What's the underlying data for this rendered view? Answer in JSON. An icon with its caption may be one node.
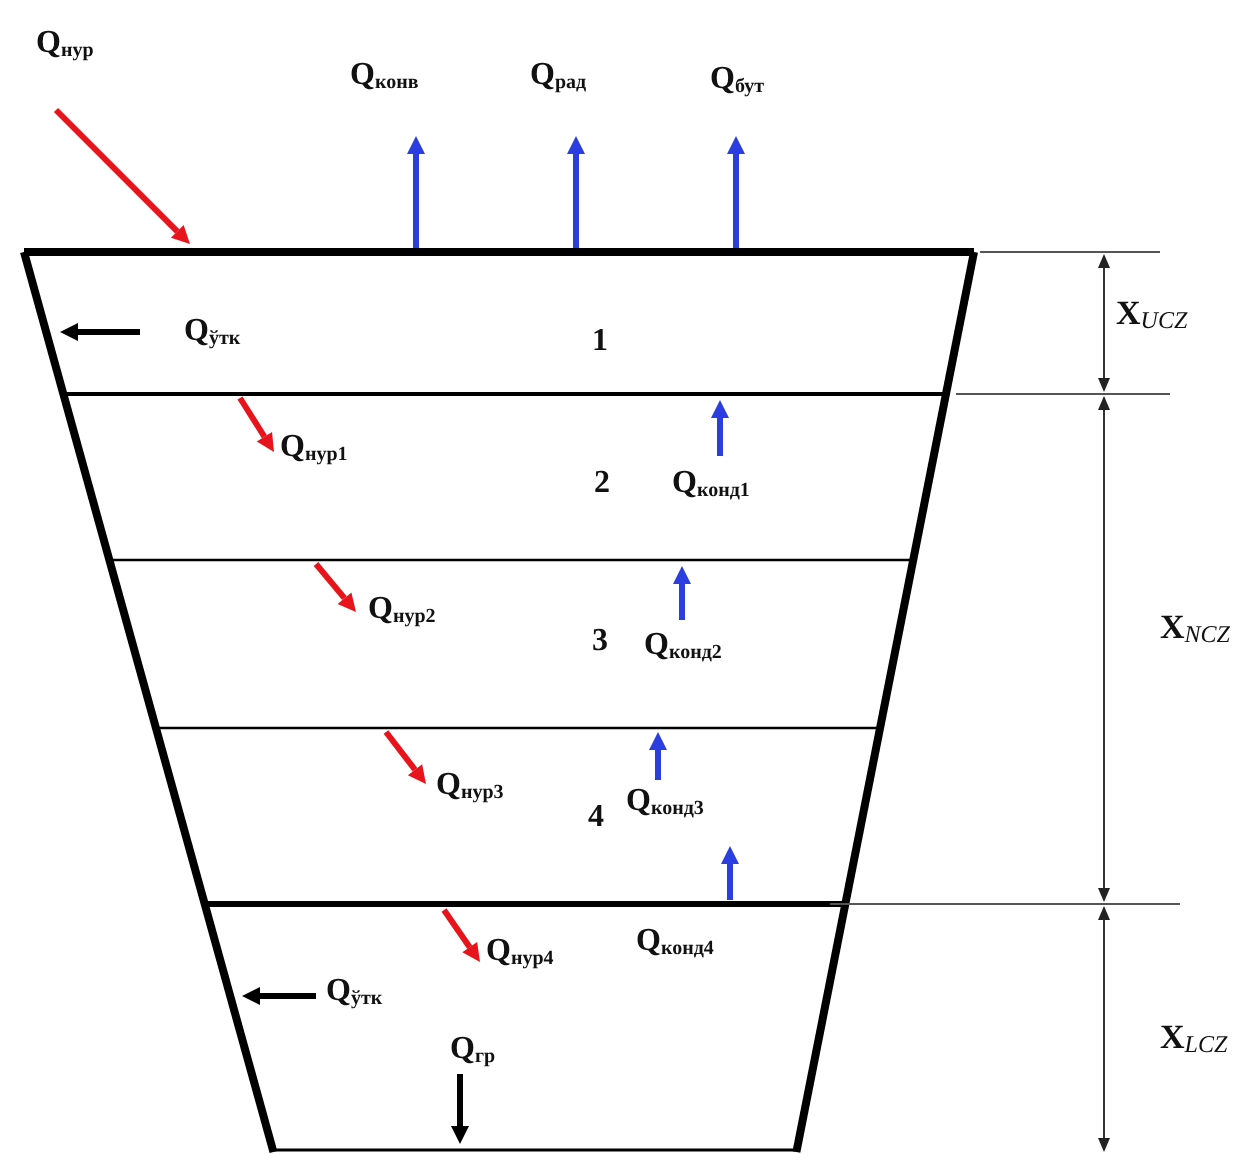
{
  "diagram": {
    "labels": [
      "Q$_{нур}$",
      "Q$_{конв}$",
      "Q$_{рад}$",
      "Q$_{бут}$",
      "Q$_{ўтк}$",
      "1",
      "X$_{UCZ}$",
      "Q$_{нур1}$",
      "2",
      "Q$_{конд1}$",
      "Q$_{нур2}$",
      "3",
      "Q$_{конд2}$",
      "X$_{NCZ}$",
      "Q$_{нур3}$",
      "4",
      "Q$_{конд3}$",
      "Q$_{конд4}$",
      "Q$_{нур4}$",
      "Q$_{ўтк}$",
      "X$_{LCZ}$",
      "Q$_{гр}$"
    ]
  }
}
